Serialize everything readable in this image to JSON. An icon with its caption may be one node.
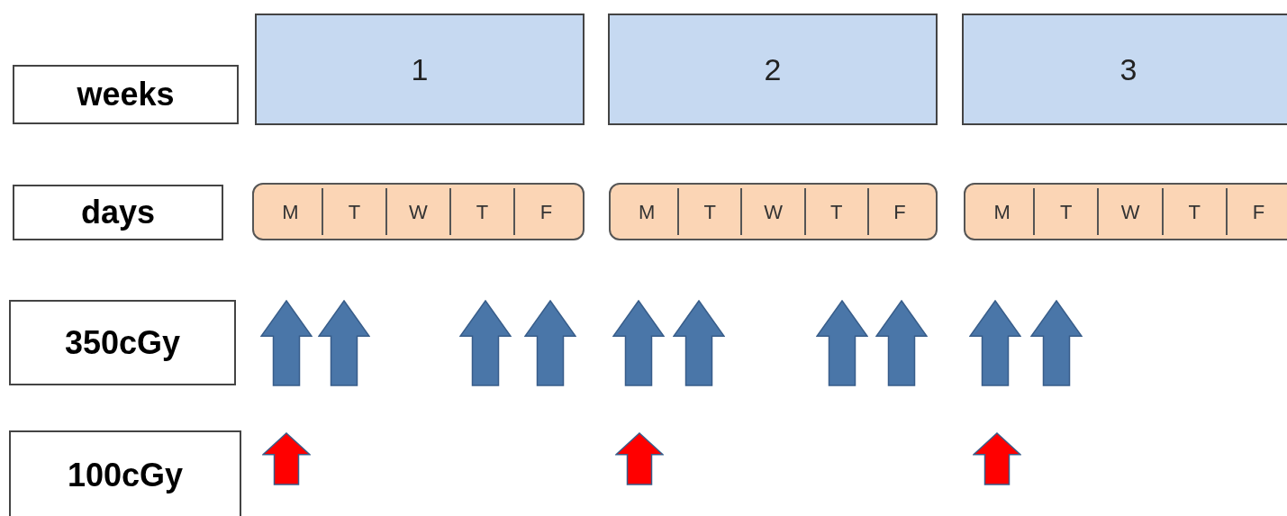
{
  "diagram": {
    "nodes": [
      {
        "text": [
          "weeks"
        ]
      },
      {
        "text": [
          "1"
        ]
      },
      {
        "text": [
          "2"
        ]
      },
      {
        "text": [
          "3"
        ]
      },
      {
        "text": [
          "days"
        ]
      },
      {
        "text": [],
        "shape": "box"
      },
      {
        "text": [
          "M"
        ],
        "in": 5
      },
      {
        "text": [
          "T"
        ],
        "in": 5
      },
      {
        "text": [
          "W"
        ],
        "in": 5
      },
      {
        "text": [
          "T"
        ],
        "in": 5
      },
      {
        "text": [
          "F"
        ],
        "in": 5
      },
      {
        "text": [],
        "shape": "box"
      },
      {
        "text": [
          "M"
        ],
        "in": 11
      },
      {
        "text": [
          "T"
        ],
        "in": 11
      },
      {
        "text": [
          "W"
        ],
        "in": 11
      },
      {
        "text": [
          "T"
        ],
        "in": 11
      },
      {
        "text": [
          "F"
        ],
        "in": 11
      },
      {
        "text": [],
        "shape": "box"
      },
      {
        "text": [
          "M"
        ],
        "in": 17
      },
      {
        "text": [
          "T"
        ],
        "in": 17
      },
      {
        "text": [
          "W"
        ],
        "in": 17
      },
      {
        "text": [
          "T"
        ],
        "in": 17
      },
      {
        "text": [
          "F"
        ],
        "in": 17
      },
      {
        "text": [
          "350cGy"
        ]
      },
      {
        "text": [
          "100cGy"
        ]
      }
    ]
  }
}
